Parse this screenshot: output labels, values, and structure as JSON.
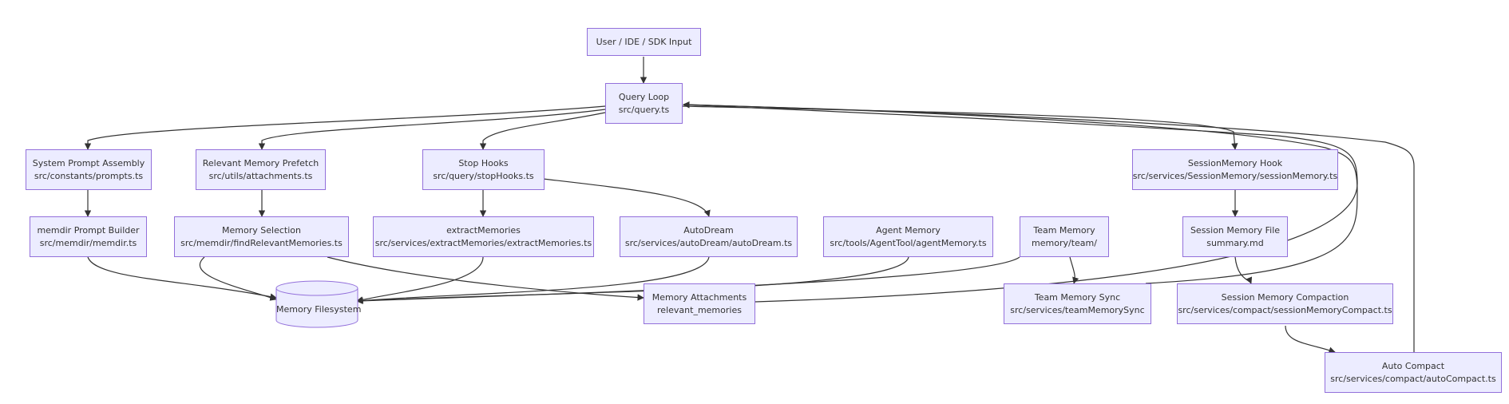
{
  "colors": {
    "node_fill": "#ECECFF",
    "node_border": "#9370DB",
    "edge": "#333333",
    "text": "#333333"
  },
  "nodes": {
    "input": {
      "title": "User / IDE / SDK Input",
      "subtitle": ""
    },
    "query_loop": {
      "title": "Query Loop",
      "subtitle": "src/query.ts"
    },
    "system_prompt": {
      "title": "System Prompt Assembly",
      "subtitle": "src/constants/prompts.ts"
    },
    "relevant_prefetch": {
      "title": "Relevant Memory Prefetch",
      "subtitle": "src/utils/attachments.ts"
    },
    "stop_hooks": {
      "title": "Stop Hooks",
      "subtitle": "src/query/stopHooks.ts"
    },
    "session_hook": {
      "title": "SessionMemory Hook",
      "subtitle": "src/services/SessionMemory/sessionMemory.ts"
    },
    "memdir_builder": {
      "title": "memdir Prompt Builder",
      "subtitle": "src/memdir/memdir.ts"
    },
    "memory_selection": {
      "title": "Memory Selection",
      "subtitle": "src/memdir/findRelevantMemories.ts"
    },
    "extract_memories": {
      "title": "extractMemories",
      "subtitle": "src/services/extractMemories/extractMemories.ts"
    },
    "auto_dream": {
      "title": "AutoDream",
      "subtitle": "src/services/autoDream/autoDream.ts"
    },
    "agent_memory": {
      "title": "Agent Memory",
      "subtitle": "src/tools/AgentTool/agentMemory.ts"
    },
    "team_memory": {
      "title": "Team Memory",
      "subtitle": "memory/team/"
    },
    "session_file": {
      "title": "Session Memory File",
      "subtitle": "summary.md"
    },
    "memory_fs": {
      "title": "Memory Filesystem"
    },
    "memory_attach": {
      "title": "Memory Attachments",
      "subtitle": "relevant_memories"
    },
    "team_sync": {
      "title": "Team Memory Sync",
      "subtitle": "src/services/teamMemorySync"
    },
    "session_compact": {
      "title": "Session Memory Compaction",
      "subtitle": "src/services/compact/sessionMemoryCompact.ts"
    },
    "auto_compact": {
      "title": "Auto Compact",
      "subtitle": "src/services/compact/autoCompact.ts"
    }
  },
  "edges": [
    [
      "input",
      "query_loop"
    ],
    [
      "query_loop",
      "system_prompt"
    ],
    [
      "query_loop",
      "relevant_prefetch"
    ],
    [
      "query_loop",
      "stop_hooks"
    ],
    [
      "query_loop",
      "session_hook"
    ],
    [
      "system_prompt",
      "memdir_builder"
    ],
    [
      "relevant_prefetch",
      "memory_selection"
    ],
    [
      "stop_hooks",
      "extract_memories"
    ],
    [
      "stop_hooks",
      "auto_dream"
    ],
    [
      "session_hook",
      "session_file"
    ],
    [
      "memdir_builder",
      "memory_fs"
    ],
    [
      "memory_selection",
      "memory_fs"
    ],
    [
      "memory_selection",
      "memory_attach"
    ],
    [
      "extract_memories",
      "memory_fs"
    ],
    [
      "auto_dream",
      "memory_fs"
    ],
    [
      "agent_memory",
      "memory_fs"
    ],
    [
      "team_memory",
      "memory_fs"
    ],
    [
      "team_memory",
      "team_sync"
    ],
    [
      "memory_attach",
      "query_loop"
    ],
    [
      "session_file",
      "session_compact"
    ],
    [
      "session_compact",
      "auto_compact"
    ],
    [
      "session_compact",
      "query_loop"
    ],
    [
      "auto_compact",
      "query_loop"
    ]
  ]
}
